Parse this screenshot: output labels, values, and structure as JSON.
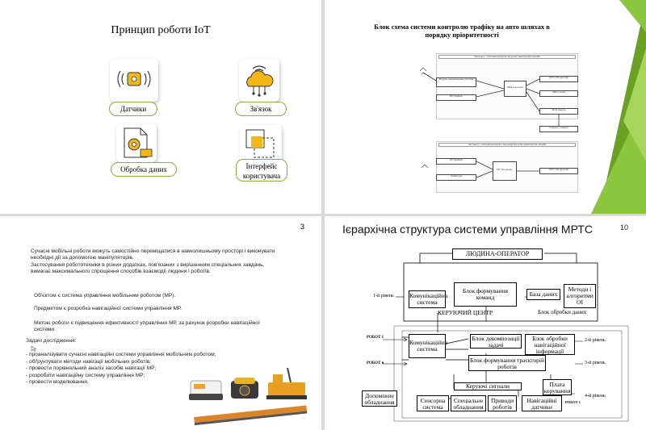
{
  "slide1": {
    "title": "Принцип роботи IoT",
    "labels": [
      "Датчики",
      "Зв'язок",
      "Обробка даних",
      "Інтерфейс користувача"
    ],
    "icons": [
      "sensor-icon",
      "cloud-wifi-icon",
      "data-processing-icon",
      "touch-interface-icon"
    ],
    "accent": "#7fb33a"
  },
  "slide2": {
    "title": "Блок схема системи контролю трафіку на авто шляхах в порядку пріоритетності",
    "part1": {
      "header": "Частина 1 – Система контролю за рухом транспортних засобів",
      "inputs": [
        "Модуль ультразвукових датчиків",
        "RF Приймач"
      ],
      "controller": "ARM контролер",
      "outputs": [
        "16*2 LCD дисплей",
        "LED's схема",
        "Wi-Fi модуль"
      ],
      "cloud": "Інтернет ( сервер)"
    },
    "part2": {
      "header": "Частина 2 – Система контролю і контролю за рухом транспортних засобів",
      "inputs": [
        "RF Приймач",
        "Клавіатура"
      ],
      "controller": "PIC Контролер",
      "output": "16*2 LCD дисплей"
    },
    "accent": "#8cc63f"
  },
  "slide3": {
    "page_number": "3",
    "intro": [
      "Сучасні мобільні роботи можуть самостійно переміщатися в навколишньому просторі і виконувати",
      "необхідні дії за допомогою маніпуляторів.",
      "Застосування робототехніки в різних додатках, пов'язаних з вирішенням спеціальних завдань,",
      "вимагає максимального спрощення способів взаємодії людини і роботів."
    ],
    "object": "Об'єктом є система управління мобільним роботом (МР).",
    "subject": "Предметом є розробка навігаційної системи управління МР.",
    "goal": [
      "Метою роботи є підвищення ефективності управління МР, за рахунок розробки навігаційної",
      "системи."
    ],
    "tasks_title": "Задачі дослідження:",
    "tasks": [
      "- проаналізувати сучасні навігаційні системи управління мобільним роботом;",
      "- обґрунтувати методи навігації мобільних роботів;",
      "- провести порівняльний аналіз засобів навігації МР;",
      "- розробити навігаційну систему управління МР;",
      "- провести моделювання."
    ]
  },
  "slide4": {
    "title": "Ієрархічна структура системи управління МРТС",
    "page_number": "10",
    "operator": "ЛЮДИНА-ОПЕРАТОР",
    "comm_system": "Комунікаційна система",
    "command_block": "Блок формування команд",
    "database": "База даних",
    "methods": "Методи і алгоритми ОІ",
    "control_center": "КЕРУЮЧИЙ ЦЕНТР",
    "data_processing": "Блок обробки даних",
    "level1": "1-й рівень",
    "robot1": "РОБОТ 1",
    "robotn": "РОБОТ n",
    "comm_system2": "Комунікаційна система",
    "decomposition": "Блок декомпозиції задачі",
    "nav_info": "Блок обробки навігаційної інформації",
    "trajectory": "Блок формування траєкторій роботів",
    "level2": "2-й рівень",
    "level3": "3-й рівень",
    "control_signals": "Керуючі сигнали",
    "control_board": "Плата керування",
    "aux_equipment": "Допоміжне обладнання",
    "sensor_system": "Сенсорна система",
    "special_equipment": "Спеціальне обладнання",
    "robot_drives": "Приводи роботів",
    "nav_sensors": "Навігаційні датчики",
    "level4": "4-й рівень",
    "robot1_small": "РОБОТ 1"
  }
}
